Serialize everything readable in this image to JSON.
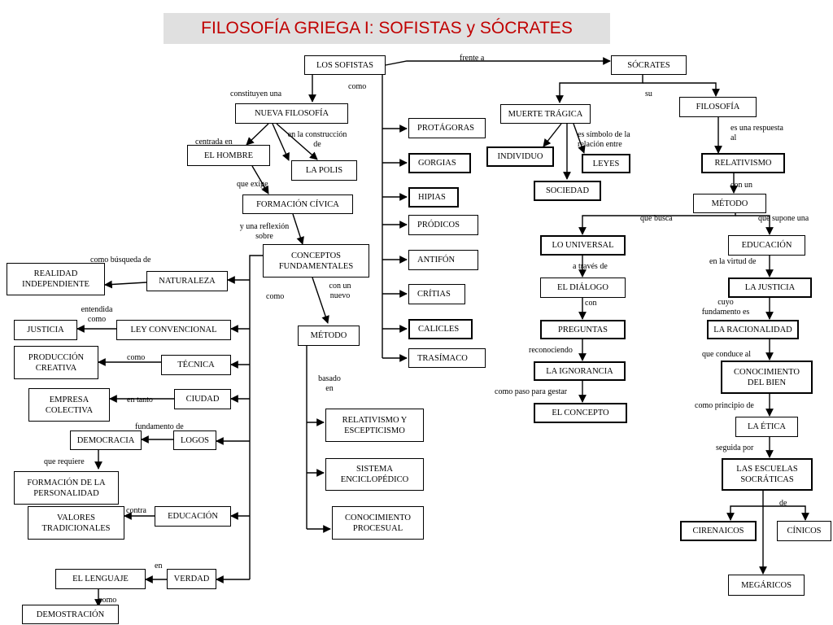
{
  "title": "FILOSOFÍA GRIEGA I: SOFISTAS y SÓCRATES",
  "colors": {
    "title_text": "#c00000",
    "title_bg": "#e0e0e0",
    "lines": "#000000"
  },
  "nodes": {
    "los_sofistas": "LOS SOFISTAS",
    "socrates": "SÓCRATES",
    "nueva_filosofia": "NUEVA FILOSOFÍA",
    "el_hombre": "EL HOMBRE",
    "la_polis": "LA POLIS",
    "formacion_civica": "FORMACIÓN CÍVICA",
    "conceptos_fundamentales": "CONCEPTOS\nFUNDAMENTALES",
    "realidad_independiente": "REALIDAD\nINDEPENDIENTE",
    "naturaleza": "NATURALEZA",
    "justicia": "JUSTICIA",
    "ley_convencional": "LEY CONVENCIONAL",
    "produccion_creativa": "PRODUCCIÓN\nCREATIVA",
    "tecnica": "TÉCNICA",
    "empresa_colectiva": "EMPRESA\nCOLECTIVA",
    "ciudad": "CIUDAD",
    "democracia": "DEMOCRACIA",
    "logos": "LOGOS",
    "formacion_personalidad": "FORMACIÓN DE LA\nPERSONALIDAD",
    "valores_tradicionales": "VALORES\nTRADICIONALES",
    "educacion_sofistas": "EDUCACIÓN",
    "el_lenguaje": "EL LENGUAJE",
    "verdad": "VERDAD",
    "demostracion": "DEMOSTRACIÓN",
    "metodo_sofistas": "MÉTODO",
    "relativismo_escepticismo": "RELATIVISMO Y\nESCEPTICISMO",
    "sistema_enciclopedico": "SISTEMA\nENCICLOPÉDICO",
    "conocimiento_procesual": "CONOCIMIENTO\nPROCESUAL",
    "protagoras": "PROTÁGORAS",
    "gorgias": "GORGIAS",
    "hipias": "HIPIAS",
    "prodicos": "PRÓDICOS",
    "antifon": "ANTIFÓN",
    "critias": "CRÍTIAS",
    "calicles": "CALICLES",
    "trasimaco": "TRASÍMACO",
    "muerte_tragica": "MUERTE TRÁGICA",
    "individuo": "INDIVIDUO",
    "leyes": "LEYES",
    "sociedad": "SOCIEDAD",
    "filosofia_socrates": "FILOSOFÍA",
    "relativismo": "RELATIVISMO",
    "metodo_socrates": "MÉTODO",
    "lo_universal": "LO UNIVERSAL",
    "el_dialogo": "EL DIÁLOGO",
    "preguntas": "PREGUNTAS",
    "la_ignorancia": "LA IGNORANCIA",
    "el_concepto": "EL CONCEPTO",
    "educacion_socrates": "EDUCACIÓN",
    "la_justicia": "LA JUSTICIA",
    "la_racionalidad": "LA RACIONALIDAD",
    "conocimiento_del_bien": "CONOCIMIENTO\nDEL BIEN",
    "la_etica": "LA ÉTICA",
    "escuelas_socraticas": "LAS ESCUELAS\nSOCRÁTICAS",
    "cirenaicos": "CIRENAICOS",
    "cinicos": "CÍNICOS",
    "megaricos": "MEGÁRICOS"
  },
  "labels": {
    "frente_a": "frente a",
    "como_top": "como",
    "constituyen_una": "constituyen una",
    "su": "su",
    "centrada_en": "centrada en",
    "en_la_construccion_de": "en la construcción\nde",
    "que_exige": "que exige",
    "y_una_reflexion_sobre": "y  una reflexión\nsobre",
    "como_busqueda_de": "como búsqueda de",
    "como_mid": "como",
    "con_un_nuevo": "con un\nnuevo",
    "entendida_como": "entendida\ncomo",
    "como_tecnica": "como",
    "en_tanto": "en tanto",
    "fundamento_de": "fundamento de",
    "que_requiere": "que requiere",
    "contra": "contra",
    "en": "en",
    "como_bottom": "como",
    "basado_en": "basado\nen",
    "es_simbolo": "es símbolo de la\nrelación entre",
    "es_una_respuesta_al": "es una respuesta\nal",
    "con_un": "con un",
    "que_busca": "que busca",
    "que_supone_una": "que supone una",
    "a_traves_de": "a través de",
    "en_la_virtud_de": "en la virtud de",
    "con": "con",
    "cuyo_fundamento_es": "cuyo\nfundamento es",
    "reconociendo": "reconociendo",
    "que_conduce_al": "que conduce al",
    "como_paso_para_gestar": "como paso para gestar",
    "como_principio_de": "como principio de",
    "seguida_por": "seguida por",
    "de": "de"
  }
}
